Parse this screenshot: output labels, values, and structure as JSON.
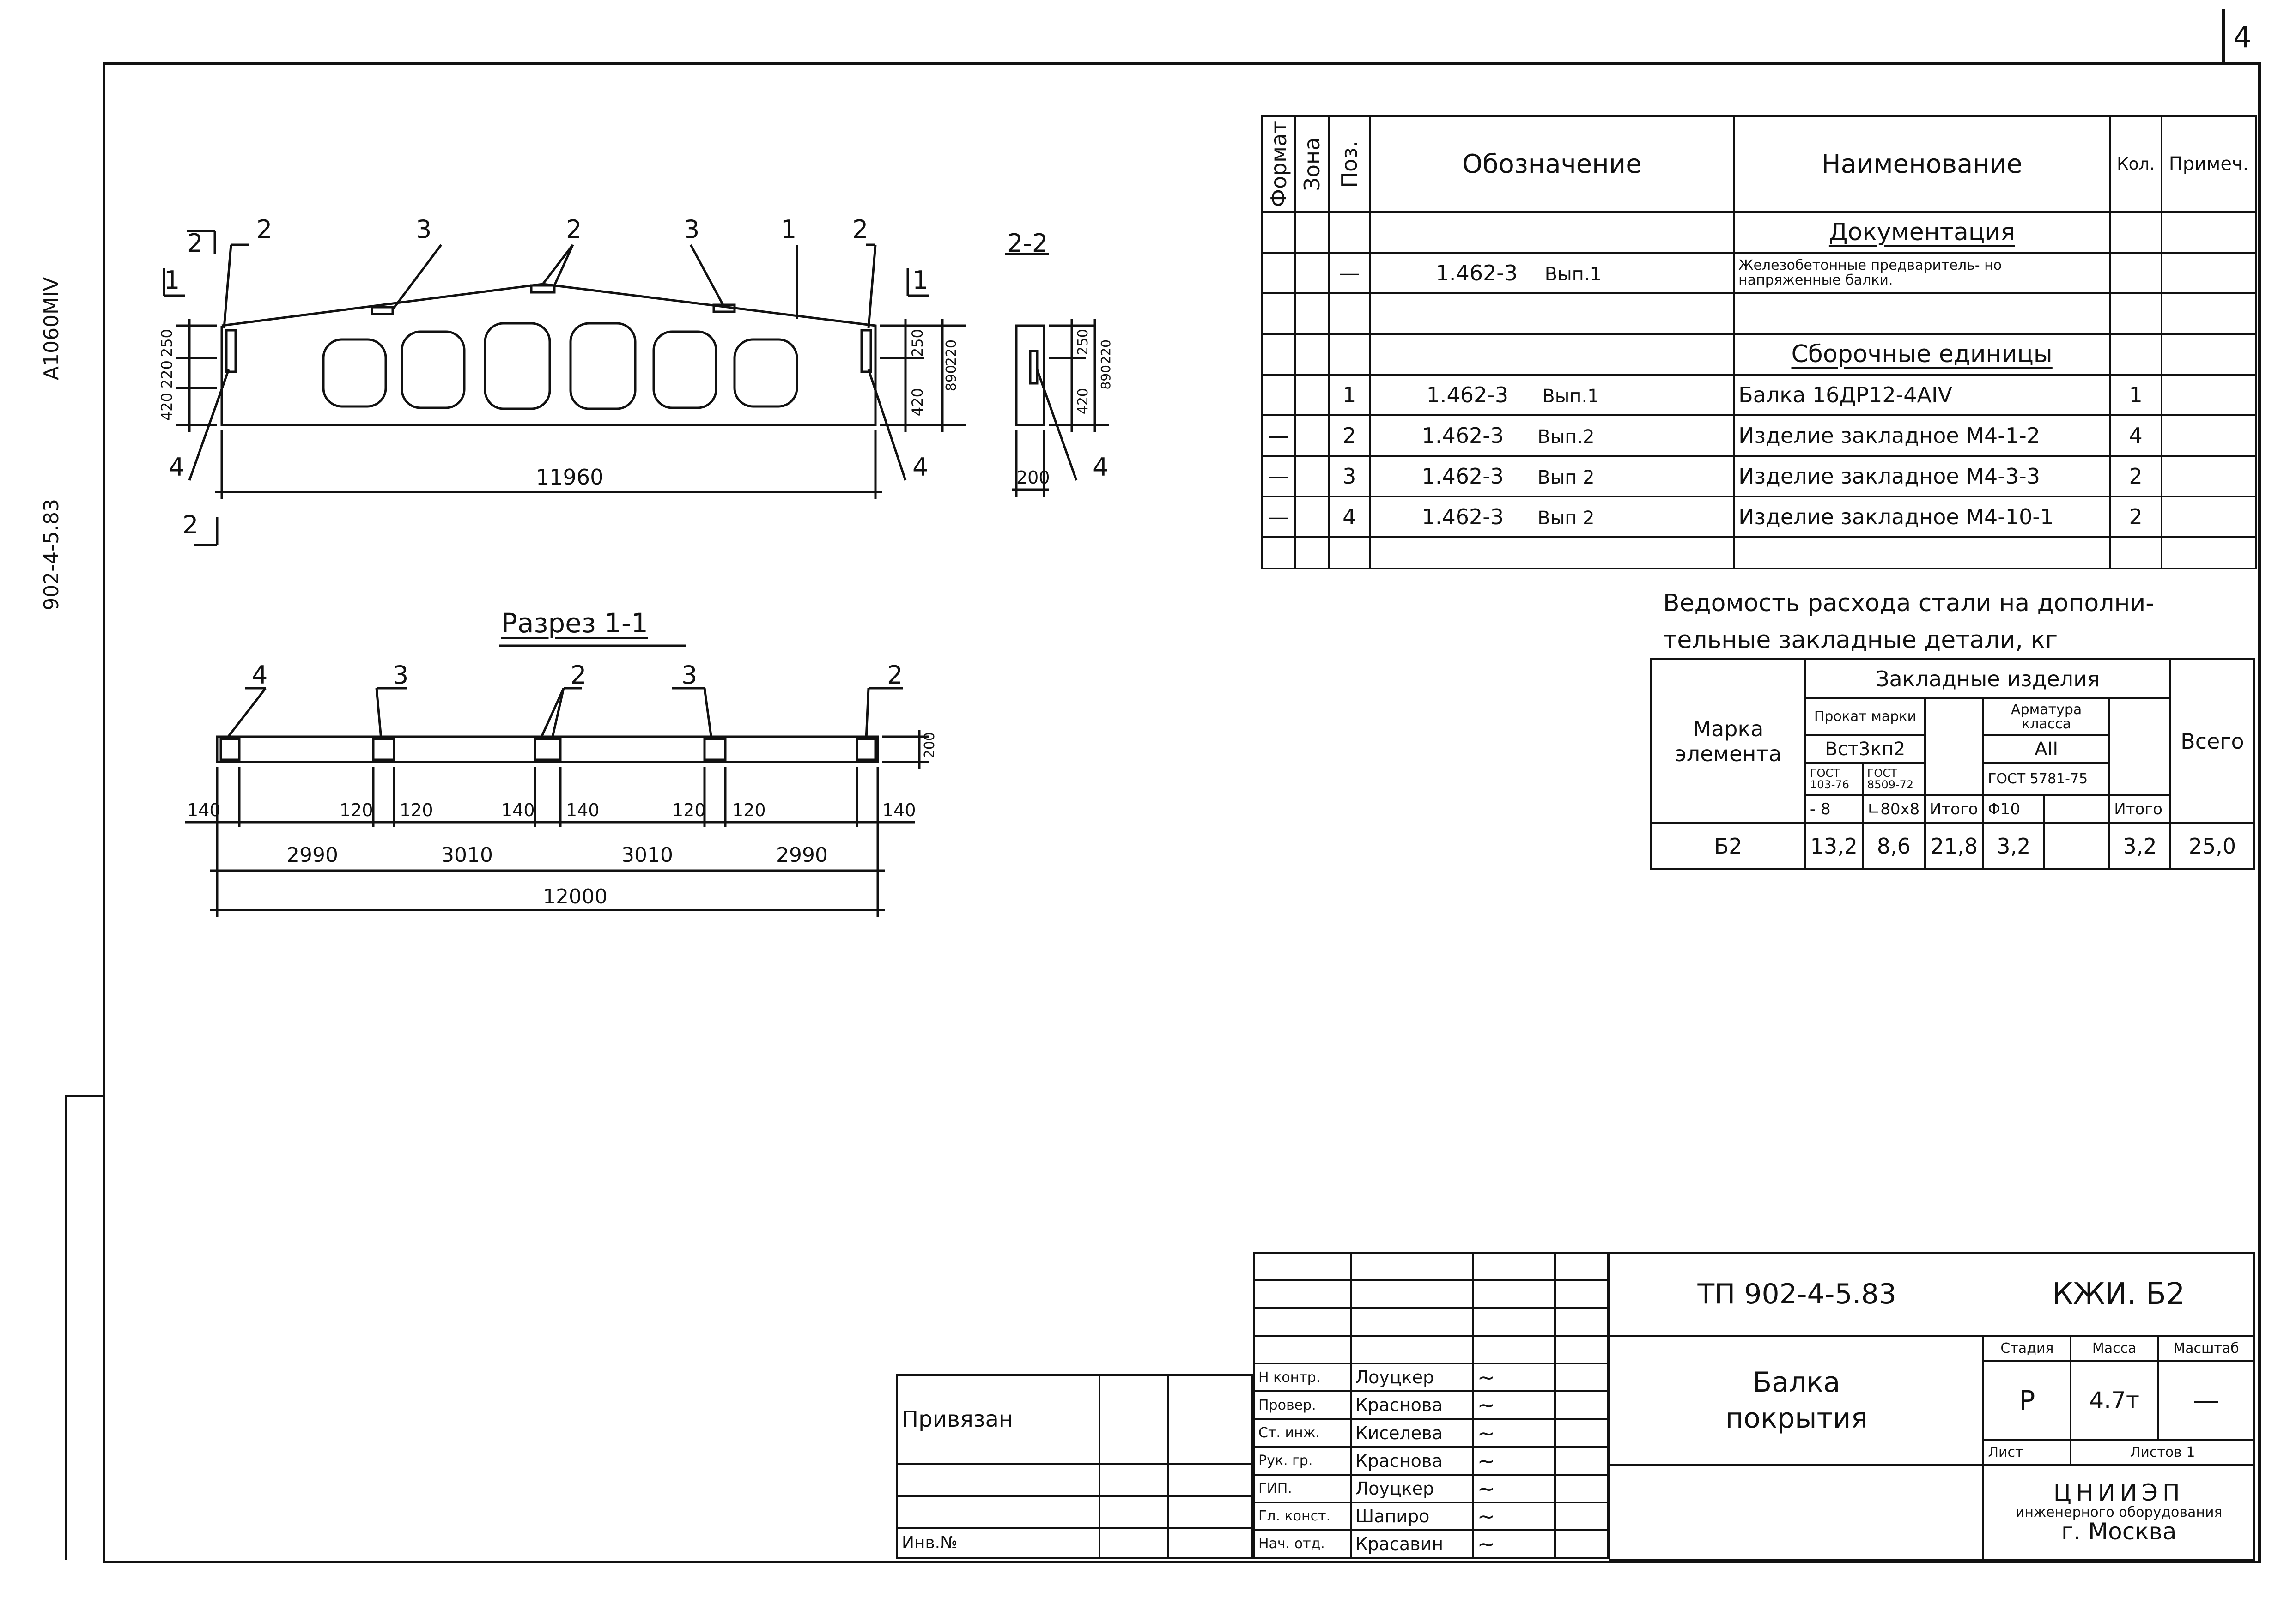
{
  "sheet_number": "4",
  "left_margin_text": [
    "А1060МIV",
    "902-4-5.83"
  ],
  "spec_table": {
    "headers": {
      "format": "Формат",
      "zone": "Зона",
      "pos": "Поз.",
      "designation": "Обозначение",
      "name": "Наименование",
      "qty": "Кол.",
      "note": "Примеч."
    },
    "section_docs": "Документация",
    "section_units": "Сборочные единицы",
    "rows": [
      {
        "format": "",
        "pos": "—",
        "designation": "1.462-3",
        "issue": "Вып.1",
        "name": "Железобетонные предваритель- но напряженные балки.",
        "qty": ""
      },
      {
        "format": "",
        "pos": "1",
        "designation": "1.462-3",
        "issue": "Вып.1",
        "name": "Балка 16ДР12-4АIV",
        "qty": "1"
      },
      {
        "format": "—",
        "pos": "2",
        "designation": "1.462-3",
        "issue": "Вып.2",
        "name": "Изделие закладное М4-1-2",
        "qty": "4"
      },
      {
        "format": "—",
        "pos": "3",
        "designation": "1.462-3",
        "issue": "Вып 2",
        "name": "Изделие закладное М4-3-3",
        "qty": "2"
      },
      {
        "format": "—",
        "pos": "4",
        "designation": "1.462-3",
        "issue": "Вып 2",
        "name": "Изделие закладное М4-10-1",
        "qty": "2"
      }
    ]
  },
  "steel": {
    "title_line1": "Ведомость расхода стали на дополни-",
    "title_line2": "тельные закладные детали, кг",
    "mark_header": "Марка элемента",
    "embedded_header": "Закладные изделия",
    "rolled": "Прокат марки",
    "rolled_grade": "Вст3кп2",
    "gost1": "ГОСТ 103-76",
    "gost2": "ГОСТ 8509-72",
    "rebar": "Арматура класса",
    "rebar_class": "АII",
    "gost3": "ГОСТ 5781-75",
    "sub1": "- 8",
    "sub2": "∟80х8",
    "itogo": "Итого",
    "phi": "Φ10",
    "total": "Всего",
    "row": {
      "mark": "Б2",
      "v1": "13,2",
      "v2": "8,6",
      "v3": "21,8",
      "v4": "3,2",
      "v5": "",
      "v6": "3,2",
      "v7": "25,0"
    }
  },
  "drawing": {
    "section_title": "Разрез 1-1",
    "view_22": "2-2",
    "cut1": "1",
    "cut2": "2",
    "labels_top": [
      "2",
      "3",
      "2",
      "3",
      "1",
      "2"
    ],
    "labels_bottom": [
      "4",
      "4"
    ],
    "dims_left": [
      "250",
      "220",
      "420"
    ],
    "dims_right": [
      "250",
      "220",
      "890",
      "420"
    ],
    "length": "11960",
    "width": "200",
    "section_labels": [
      "4",
      "3",
      "2",
      "3",
      "2"
    ],
    "section_dims_small": [
      "140",
      "120",
      "120",
      "140",
      "140",
      "120",
      "120",
      "140"
    ],
    "section_h": "200",
    "section_spans": [
      "2990",
      "3010",
      "3010",
      "2990"
    ],
    "section_total": "12000"
  },
  "title_block": {
    "code": "ТП 902-4-5.83",
    "sheet_code": "КЖИ. Б2",
    "object": "Балка покрытия",
    "stage_h": "Стадия",
    "mass_h": "Масса",
    "scale_h": "Масштаб",
    "stage": "Р",
    "mass": "4.7т",
    "scale": "—",
    "sheet_h": "Лист",
    "sheets_h": "Листов 1",
    "org1": "ЦНИИЭП",
    "org2": "инженерного оборудования",
    "org3": "г. Москва",
    "bound": "Привязан",
    "inv": "Инв.№",
    "staff": [
      {
        "role": "Н контр.",
        "name": "Лоуцкер"
      },
      {
        "role": "Провер.",
        "name": "Краснова"
      },
      {
        "role": "Ст. инж.",
        "name": "Киселева"
      },
      {
        "role": "Рук. гр.",
        "name": "Краснова"
      },
      {
        "role": "ГИП.",
        "name": "Лоуцкер"
      },
      {
        "role": "Гл. конст.",
        "name": "Шапиро"
      },
      {
        "role": "Нач. отд.",
        "name": "Красавин"
      }
    ]
  }
}
